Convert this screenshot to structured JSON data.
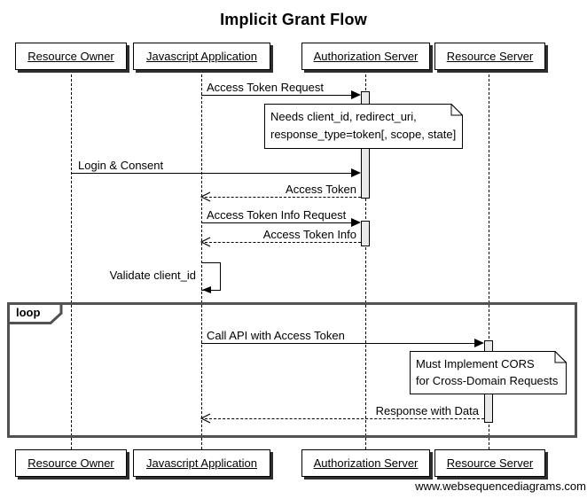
{
  "title": "Implicit Grant Flow",
  "footer": "www.websequencediagrams.com",
  "colors": {
    "background": "#ffffff",
    "activation_fill": "#e9e9e9",
    "loop_border": "#515151",
    "box_shadow": "#2e2e2e",
    "line": "#000000"
  },
  "actors": [
    {
      "id": "resource-owner",
      "label": "Resource Owner"
    },
    {
      "id": "javascript-application",
      "label": "Javascript Application"
    },
    {
      "id": "authorization-server",
      "label": "Authorization Server"
    },
    {
      "id": "resource-server",
      "label": "Resource Server"
    }
  ],
  "loop": {
    "label": "loop"
  },
  "messages": [
    {
      "label": "Access Token Request",
      "from": "Javascript Application",
      "to": "Authorization Server",
      "line": "solid",
      "arrow": "filled"
    },
    {
      "label": "Login & Consent",
      "from": "Resource Owner",
      "to": "Authorization Server",
      "line": "solid",
      "arrow": "filled"
    },
    {
      "label": "Access Token",
      "from": "Authorization Server",
      "to": "Javascript Application",
      "line": "dashed",
      "arrow": "open"
    },
    {
      "label": "Access Token Info Request",
      "from": "Javascript Application",
      "to": "Authorization Server",
      "line": "solid",
      "arrow": "filled"
    },
    {
      "label": "Access Token Info",
      "from": "Authorization Server",
      "to": "Javascript Application",
      "line": "dashed",
      "arrow": "open"
    },
    {
      "label": "Validate client_id",
      "from": "Javascript Application",
      "to": "Javascript Application",
      "line": "solid",
      "arrow": "filled",
      "self": true
    },
    {
      "label": "Call API with Access Token",
      "from": "Javascript Application",
      "to": "Resource Server",
      "line": "solid",
      "arrow": "filled",
      "in_loop": true
    },
    {
      "label": "Response with Data",
      "from": "Resource Server",
      "to": "Javascript Application",
      "line": "dashed",
      "arrow": "open",
      "in_loop": true
    }
  ],
  "notes": [
    {
      "lines": [
        "Needs client_id, redirect_uri,",
        "response_type=token[, scope, state]"
      ],
      "anchor": "Authorization Server"
    },
    {
      "lines": [
        "Must Implement CORS",
        "for Cross-Domain Requests"
      ],
      "anchor": "Resource Server"
    }
  ]
}
